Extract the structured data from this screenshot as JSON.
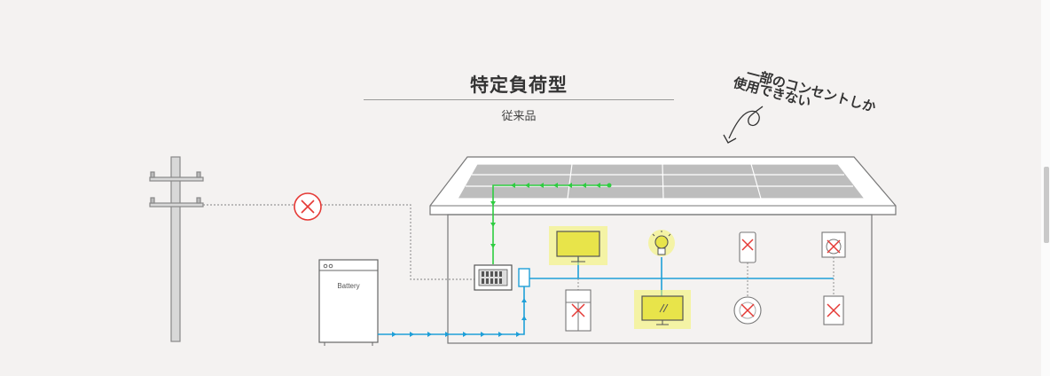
{
  "title": "特定負荷型",
  "subtitle": "従来品",
  "note": {
    "line1": "一部のコンセントしか",
    "line2": "使用できない"
  },
  "battery_label": "Battery",
  "colors": {
    "background": "#f4f2f1",
    "line": "#555555",
    "solar_flow": "#2ecc40",
    "battery_flow": "#1e9fd8",
    "disabled_mark": "#e53935",
    "highlight": "#f4f466"
  },
  "icons": [
    "utility-pole-icon",
    "grid-blocked-icon",
    "battery-icon",
    "solar-panel-icon",
    "distribution-board-icon",
    "outlet-icon",
    "tv-icon",
    "light-bulb-icon",
    "smartphone-icon",
    "washing-machine-icon",
    "refrigerator-icon",
    "computer-monitor-icon",
    "air-purifier-icon",
    "air-conditioner-icon"
  ]
}
